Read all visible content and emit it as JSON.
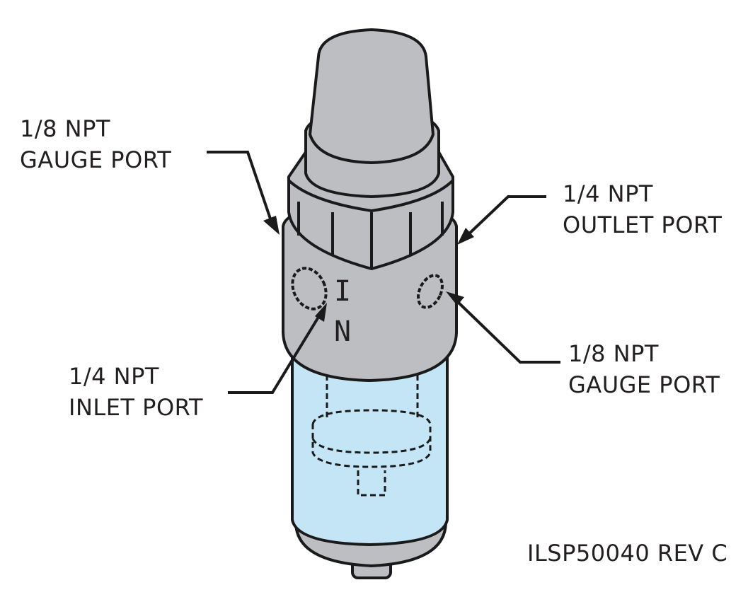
{
  "labels": {
    "gauge_port_left": {
      "line1": "1/8 NPT",
      "line2": "GAUGE PORT"
    },
    "outlet_port": {
      "line1": "1/4 NPT",
      "line2": "OUTLET PORT"
    },
    "gauge_port_right": {
      "line1": "1/8 NPT",
      "line2": "GAUGE PORT"
    },
    "inlet_port": {
      "line1": "1/4 NPT",
      "line2": "INLET PORT"
    }
  },
  "body_markings": {
    "letter1": "I",
    "letter2": "N"
  },
  "drawing_number": "ILSP50040 REV C",
  "colors": {
    "body": "#bdbec1",
    "bowl": "#c4e5f6",
    "outline": "#1a1a1a"
  }
}
